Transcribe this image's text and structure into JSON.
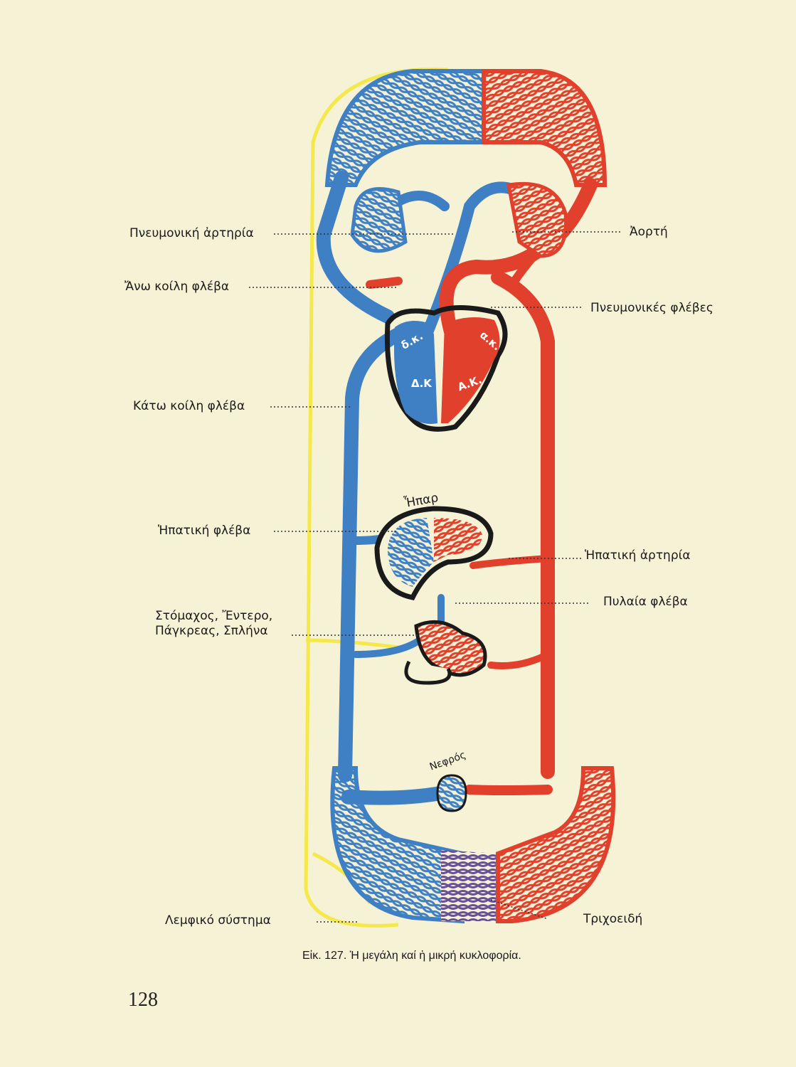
{
  "figure": {
    "labels_left": {
      "pulmonary_artery": "Πνευμονική ἀρτηρία",
      "superior_vena_cava": "Ἄνω κοίλη φλέβα",
      "inferior_vena_cava": "Κάτω κοίλη φλέβα",
      "hepatic_vein": "Ἡπατική φλέβα",
      "digestive_1": "Στόμαχος, Ἔντερο,",
      "digestive_2": "Πάγκρεας, Σπλήνα",
      "lymphatic": "Λεμφικό σύστημα"
    },
    "labels_right": {
      "aorta": "Ἀορτή",
      "pulmonary_veins": "Πνευμονικές φλέβες",
      "hepatic_artery": "Ἡπατική ἀρτηρία",
      "portal_vein": "Πυλαία φλέβα",
      "capillaries": "Τριχοειδή"
    },
    "organs": {
      "liver": "Ἧπαρ",
      "kidney": "Νεφρός",
      "right_atrium": "δ.κ.",
      "left_atrium": "α.κ.",
      "right_ventricle": "Δ.Κ",
      "left_ventricle": "Α.Κ."
    },
    "colors": {
      "vein": "#3f7fc4",
      "artery": "#e0402c",
      "lymph": "#f5e84a",
      "outline": "#1a1a1a"
    },
    "caption": "Εἰκ. 127. Ἡ μεγάλη καί ἡ μικρή κυκλοφορία."
  },
  "page_number": "128"
}
